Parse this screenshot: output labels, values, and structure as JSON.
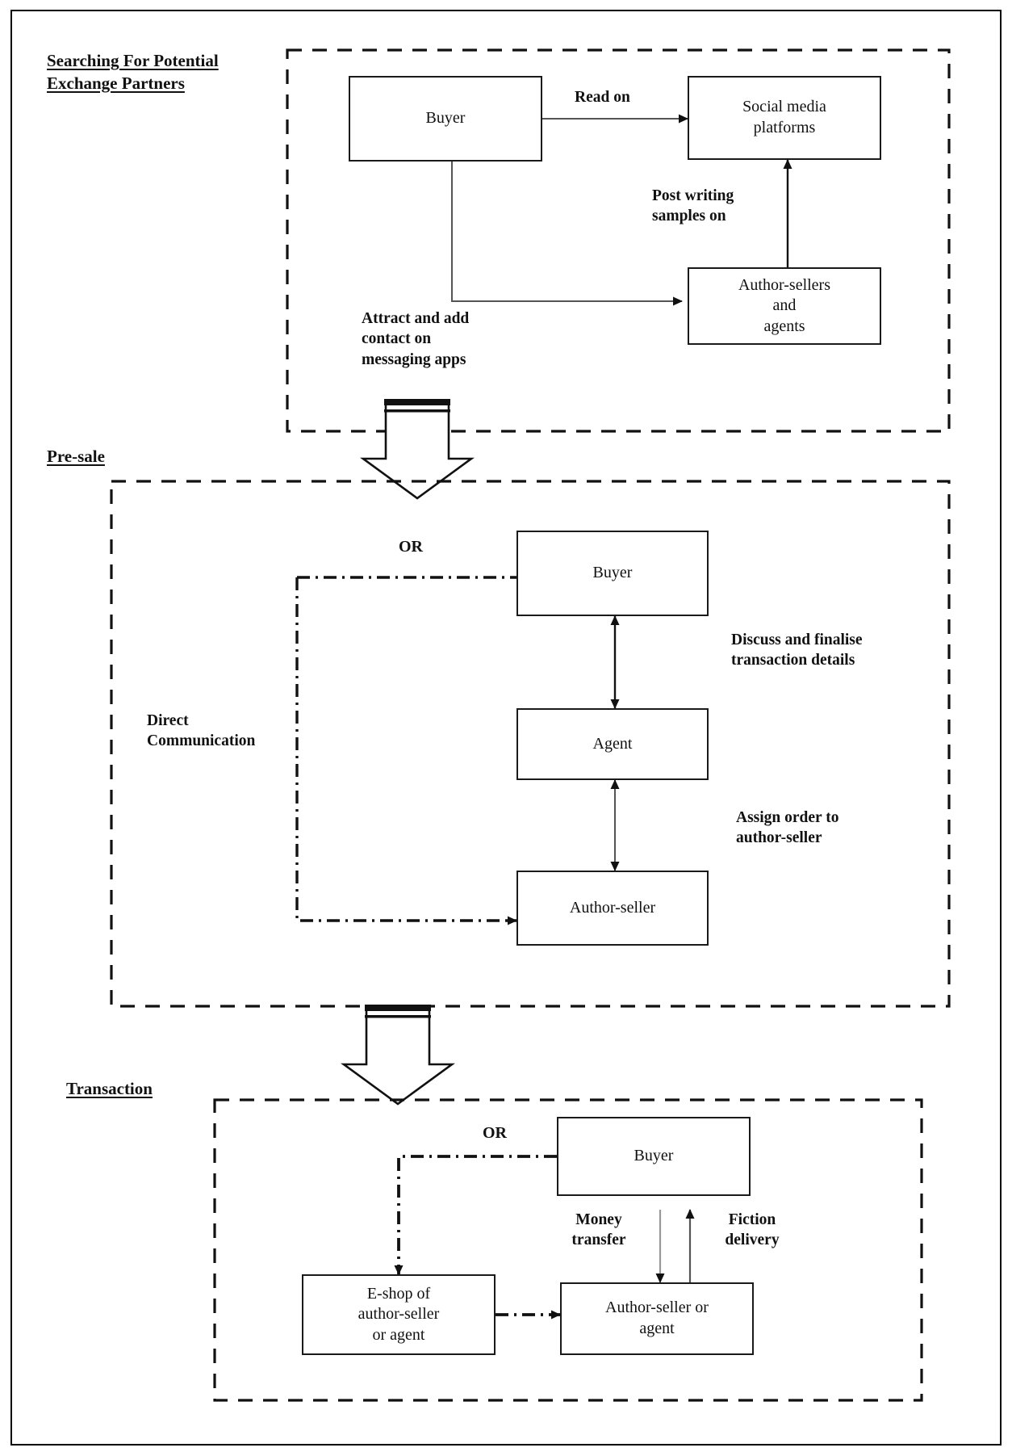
{
  "figure": {
    "title_visible": false,
    "colors": {
      "ink": "#111111",
      "box_border": "#1a1a1a",
      "background": "#ffffff"
    }
  },
  "stages": [
    {
      "id": "searching",
      "label": "Searching For Potential\nExchange Partners",
      "nodes": [
        {
          "id": "buyer1",
          "label": "Buyer"
        },
        {
          "id": "social",
          "label": "Social media\nplatforms"
        },
        {
          "id": "authorsellers",
          "label": "Author-sellers\nand\nagents"
        }
      ],
      "edges": [
        {
          "id": "read-on",
          "label": "Read on",
          "from": "buyer1",
          "to": "social"
        },
        {
          "id": "post-writing",
          "label": "Post writing\nsamples on",
          "from": "authorsellers",
          "to": "social"
        },
        {
          "id": "attract-add",
          "label": "Attract and add\ncontact on\nmessaging apps",
          "from": "buyer1",
          "to": "authorsellers"
        }
      ]
    },
    {
      "id": "presale",
      "label": "Pre-sale",
      "group_label": "Direct\nCommunication",
      "or_label": "OR",
      "nodes": [
        {
          "id": "buyer2",
          "label": "Buyer"
        },
        {
          "id": "agent",
          "label": "Agent"
        },
        {
          "id": "authorseller2",
          "label": "Author-seller"
        }
      ],
      "edges": [
        {
          "id": "discuss",
          "label": "Discuss and finalise\ntransaction details",
          "from": "buyer2",
          "to": "agent"
        },
        {
          "id": "assign",
          "label": "Assign order to\nauthor-seller",
          "from": "agent",
          "to": "authorseller2"
        }
      ]
    },
    {
      "id": "transaction",
      "label": "Transaction",
      "or_label": "OR",
      "nodes": [
        {
          "id": "buyer3",
          "label": "Buyer"
        },
        {
          "id": "eshop",
          "label": "E-shop of\nauthor-seller\nor agent"
        },
        {
          "id": "authorseller3",
          "label": "Author-seller or\nagent"
        }
      ],
      "edges": [
        {
          "id": "money",
          "label": "Money\ntransfer",
          "from": "buyer3",
          "to": "authorseller3"
        },
        {
          "id": "fiction",
          "label": "Fiction\ndelivery",
          "from": "authorseller3",
          "to": "buyer3"
        }
      ]
    }
  ],
  "connectors": {
    "stage_arrow_1_name": "block-down-arrow",
    "stage_arrow_2_name": "block-down-arrow"
  }
}
